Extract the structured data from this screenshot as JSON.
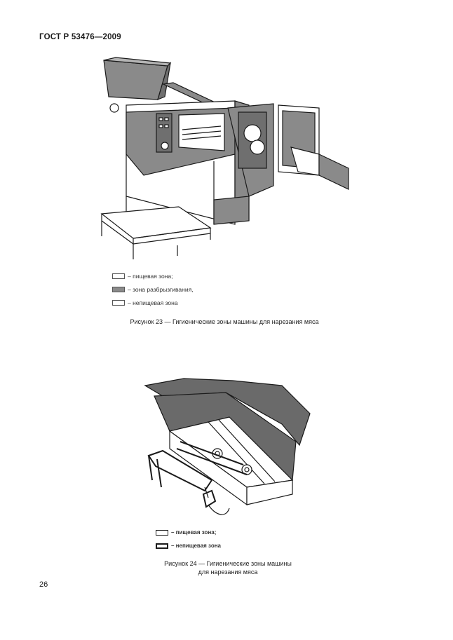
{
  "header": {
    "standard": "ГОСТ Р 53476—2009"
  },
  "figure23": {
    "legend": [
      {
        "label": "– пищевая зона;",
        "fill": "#ffffff"
      },
      {
        "label": "– зона разбрызгивания,",
        "fill": "#8a8a8a"
      },
      {
        "label": "– непищевая зона",
        "fill": "#ffffff"
      }
    ],
    "caption": "Рисунок 23 —  Гигиенические зоны машины для нарезания мяса"
  },
  "figure24": {
    "legend": [
      {
        "label": "– пищевая зона;",
        "fill": "#ffffff"
      },
      {
        "label": "– непищевая зона",
        "fill": "#ffffff"
      }
    ],
    "caption_line1": "Рисунок 24 — Гигиенические зоны машины",
    "caption_line2": "для нарезания мяса"
  },
  "footer": {
    "page_number": "26"
  },
  "colors": {
    "spray_zone": "#8a8a8a",
    "outline": "#1a1a1a"
  }
}
